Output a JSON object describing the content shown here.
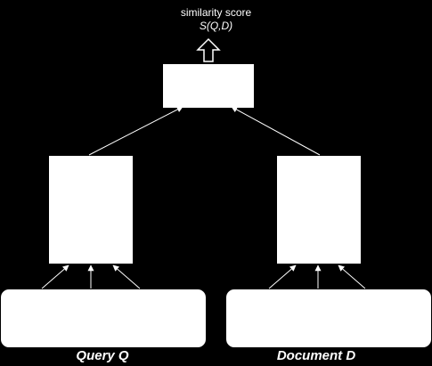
{
  "score": {
    "title": "similarity score",
    "symbol": "S(Q,D)"
  },
  "query": {
    "label": "Query Q"
  },
  "document": {
    "label": "Document D"
  },
  "colors": {
    "background": "#000000",
    "box_fill": "#ffffff",
    "arrow": "#ffffff",
    "text": "#ffffff"
  },
  "icons": [
    "up-arrow-icon"
  ]
}
